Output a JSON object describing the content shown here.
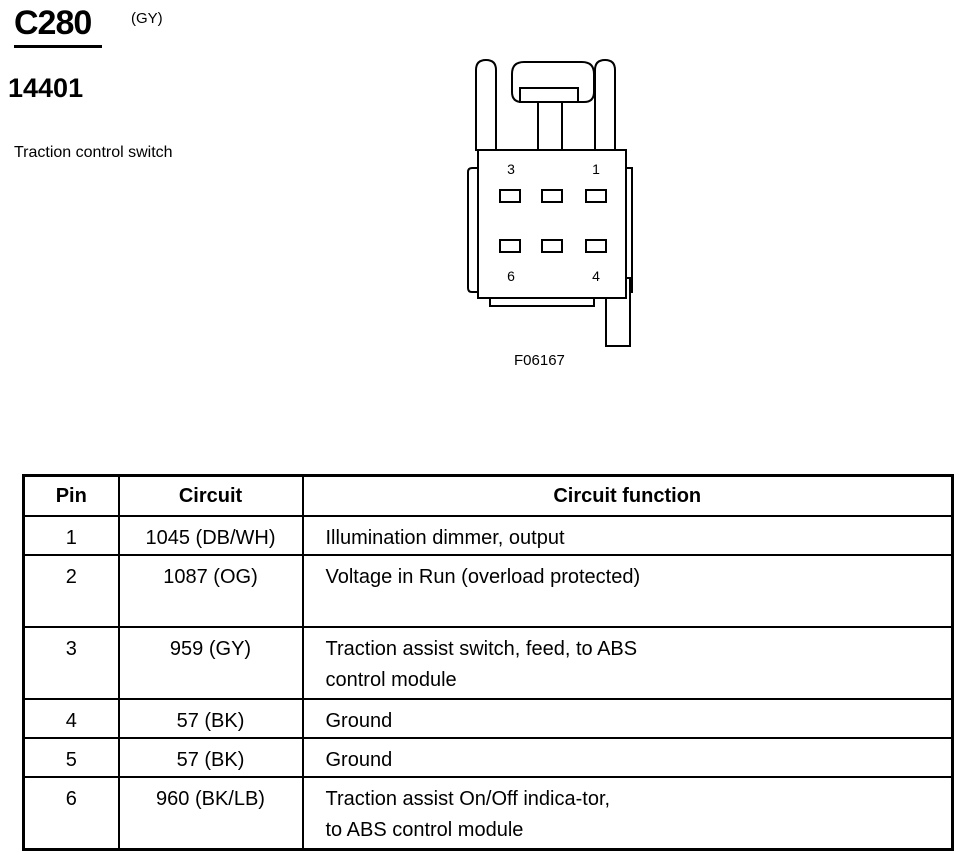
{
  "header": {
    "connector_id": "C280",
    "connector_color": "(GY)",
    "part_number": "14401",
    "component_description": "Traction control switch"
  },
  "diagram": {
    "pin_labels": {
      "top_left": "3",
      "top_right": "1",
      "bottom_left": "6",
      "bottom_right": "4"
    },
    "figure_code": "F06167"
  },
  "table": {
    "headers": {
      "pin": "Pin",
      "circuit": "Circuit",
      "function": "Circuit function"
    },
    "rows": [
      {
        "pin": "1",
        "circuit": "1045 (DB/WH)",
        "function": "Illumination dimmer, output"
      },
      {
        "pin": "2",
        "circuit": "1087 (OG)",
        "function": "Voltage in Run (overload protected)"
      },
      {
        "pin": "3",
        "circuit": "959 (GY)",
        "function": "Traction assist switch, feed, to ABS control module"
      },
      {
        "pin": "4",
        "circuit": "57 (BK)",
        "function": "Ground"
      },
      {
        "pin": "5",
        "circuit": "57 (BK)",
        "function": "Ground"
      },
      {
        "pin": "6",
        "circuit": "960 (BK/LB)",
        "function": "Traction assist On/Off indica-tor, to ABS control module"
      }
    ]
  }
}
